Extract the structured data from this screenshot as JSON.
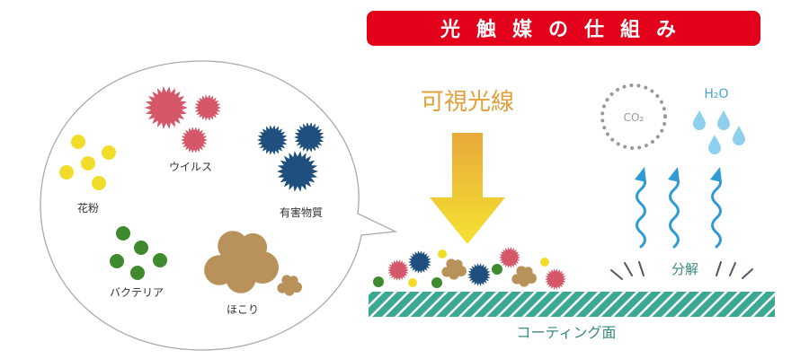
{
  "title": "光触媒の仕組み",
  "light_label": "可視光線",
  "co2_label": "CO₂",
  "h2o_label": "H₂O",
  "decompose_label": "分解",
  "coating_label": "コーティング面",
  "bubble": {
    "pollen": "花粉",
    "virus": "ウイルス",
    "harmful": "有害物質",
    "bacteria": "バクテリア",
    "dust": "ほこり"
  },
  "colors": {
    "title_bg": "#e2001a",
    "light": "#e3a03a",
    "arrow_top": "#e9a93a",
    "arrow_bottom": "#f5e232",
    "pollen": "#f2dc2a",
    "virus": "#d4586a",
    "harmful": "#1f4f7e",
    "bacteria": "#3f8a2e",
    "dust": "#b8925a",
    "water": "#8fd0ee",
    "wave": "#2e9bd6",
    "coating": "#3aa893",
    "coating_text": "#3a8a80"
  }
}
